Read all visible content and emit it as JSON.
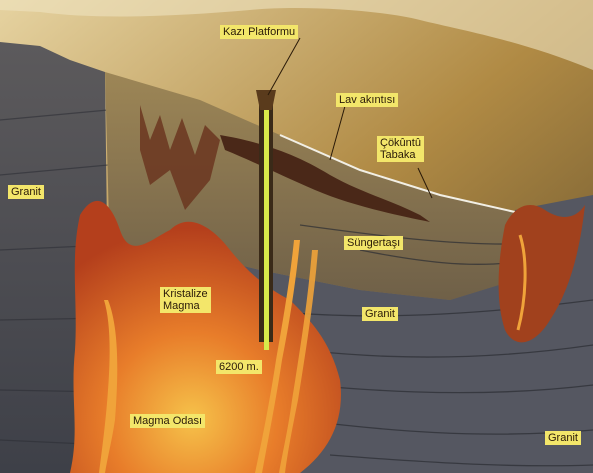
{
  "labels": {
    "kazi_platformu": "Kazı Platformu",
    "lav_akintisi": "Lav akıntısı",
    "cokuntu_line1": "Çökûntû",
    "cokuntu_line2": "Tabaka",
    "granit_left": "Granit",
    "sungertasi": "Süngertaşı",
    "granit_mid": "Granit",
    "kristalize_line1": "Kristalize",
    "kristalize_line2": "Magma",
    "depth": "6200 m.",
    "magma_odasi": "Magma Odası",
    "granit_right": "Granit"
  },
  "colors": {
    "label_bg": "#f3e66a",
    "magma": "#c8501e",
    "magma_core": "#f09a2a",
    "granite_dark": "#4a4d55",
    "sky_gold": "#c9a85a",
    "drill": "#d8ea4a"
  }
}
